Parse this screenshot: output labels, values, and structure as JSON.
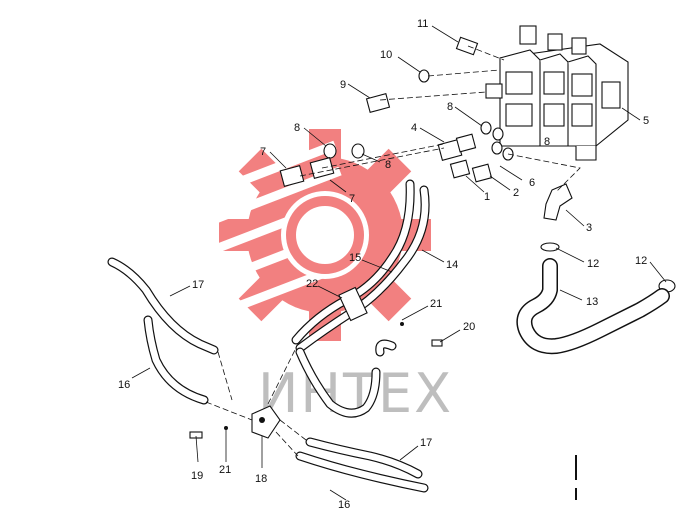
{
  "watermark": {
    "text": "ИНТЕХ",
    "gear_color": "#f06a6a"
  },
  "callouts": [
    {
      "id": "c1",
      "text": "11"
    },
    {
      "id": "c2",
      "text": "10"
    },
    {
      "id": "c3",
      "text": "9"
    },
    {
      "id": "c4",
      "text": "8"
    },
    {
      "id": "c5",
      "text": "8"
    },
    {
      "id": "c6",
      "text": "4"
    },
    {
      "id": "c7",
      "text": "8"
    },
    {
      "id": "c8",
      "text": "8"
    },
    {
      "id": "c9",
      "text": "7"
    },
    {
      "id": "c10",
      "text": "7"
    },
    {
      "id": "c11",
      "text": "5"
    },
    {
      "id": "c12",
      "text": "6"
    },
    {
      "id": "c13",
      "text": "2"
    },
    {
      "id": "c14",
      "text": "1"
    },
    {
      "id": "c15",
      "text": "3"
    },
    {
      "id": "c16",
      "text": "12"
    },
    {
      "id": "c17",
      "text": "12"
    },
    {
      "id": "c18",
      "text": "13"
    },
    {
      "id": "c19",
      "text": "15"
    },
    {
      "id": "c20",
      "text": "14"
    },
    {
      "id": "c21",
      "text": "22"
    },
    {
      "id": "c22",
      "text": "21"
    },
    {
      "id": "c23",
      "text": "20"
    },
    {
      "id": "c24",
      "text": "17"
    },
    {
      "id": "c25",
      "text": "16"
    },
    {
      "id": "c26",
      "text": "19"
    },
    {
      "id": "c27",
      "text": "21"
    },
    {
      "id": "c28",
      "text": "18"
    },
    {
      "id": "c29",
      "text": "17"
    },
    {
      "id": "c30",
      "text": "16"
    }
  ]
}
